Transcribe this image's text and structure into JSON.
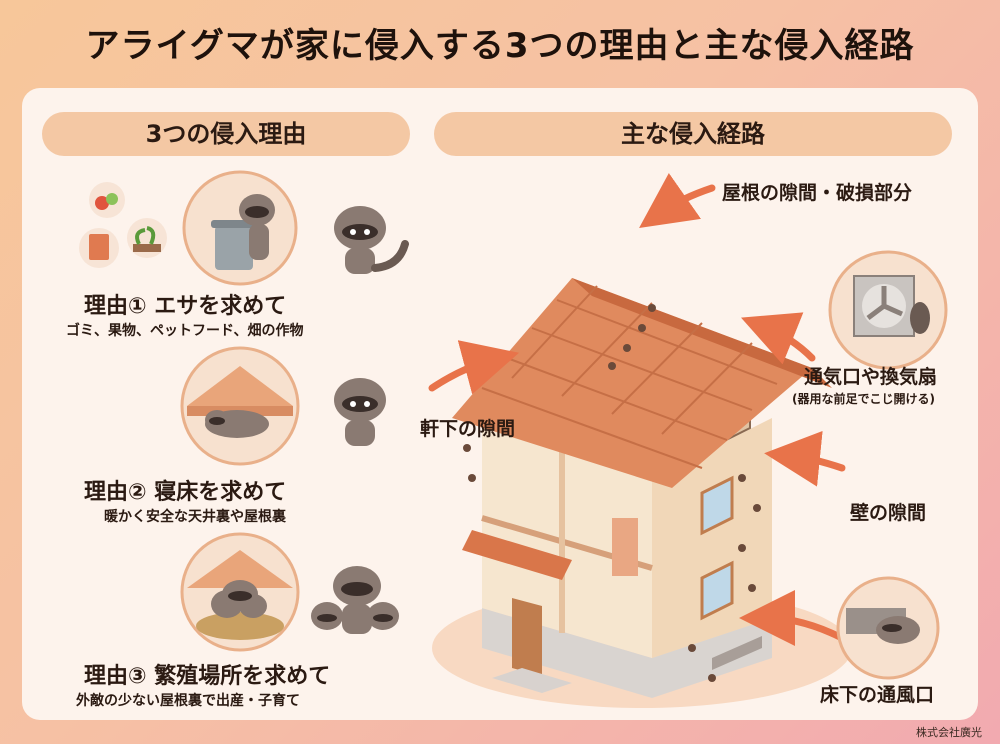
{
  "title": "アライグマが家に侵入する3つの理由と主な侵入経路",
  "left_section": {
    "heading": "3つの侵入理由",
    "reasons": [
      {
        "title": "理由① エサを求めて",
        "subtitle": "ゴミ、果物、ペットフード、畑の作物"
      },
      {
        "title": "理由② 寝床を求めて",
        "subtitle": "暖かく安全な天井裏や屋根裏"
      },
      {
        "title": "理由③ 繁殖場所を求めて",
        "subtitle": "外敵の少ない屋根裏で出産・子育て"
      }
    ]
  },
  "right_section": {
    "heading": "主な侵入経路",
    "routes": {
      "roof": "屋根の隙間・破損部分",
      "eaves": "軒下の隙間",
      "vent": "通気口や換気扇",
      "vent_note": "(器用な前足でこじ開ける)",
      "wall": "壁の隙間",
      "floor": "床下の通風口"
    }
  },
  "credit": "株式会社廣光",
  "colors": {
    "accent_pill": "#f4c8a4",
    "arrow": "#e8734a",
    "roof_tile": "#e08a5e",
    "raccoon_body": "#8a7a72"
  }
}
